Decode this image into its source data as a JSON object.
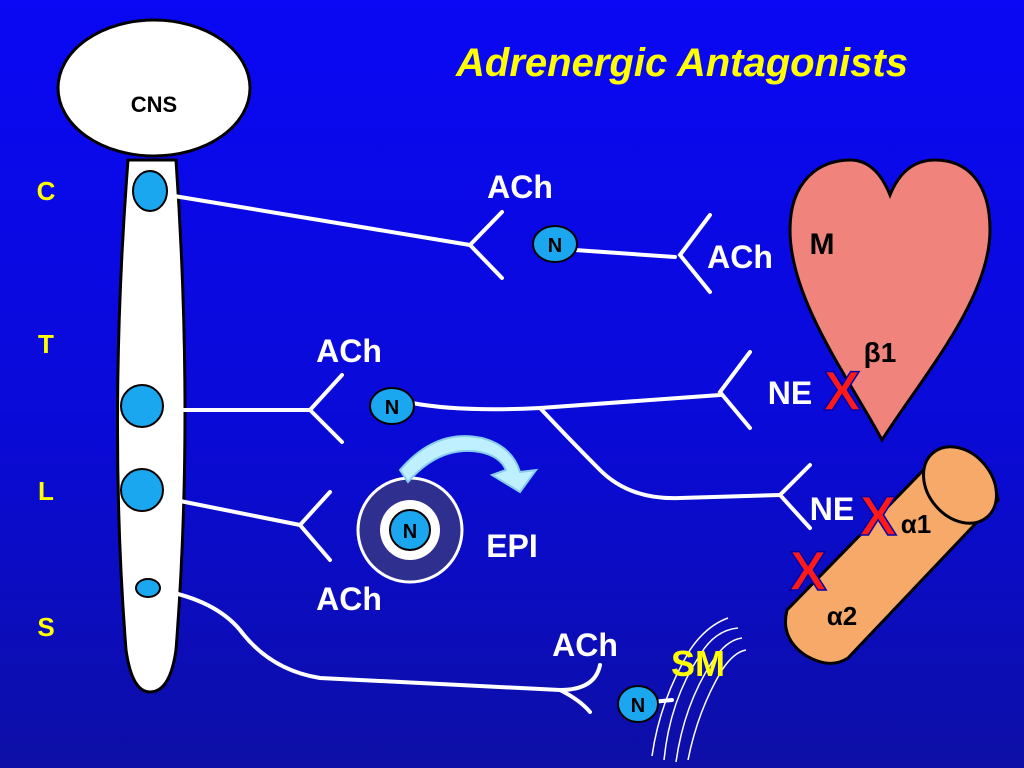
{
  "title": "Adrenergic Antagonists",
  "cns_label": "CNS",
  "spinal_levels": [
    "C",
    "T",
    "L",
    "S"
  ],
  "neurotransmitters": {
    "ach_1": "ACh",
    "ach_2": "ACh",
    "ach_3": "ACh",
    "ach_4": "ACh",
    "ach_5": "ACh",
    "ne_1": "NE",
    "ne_2": "NE",
    "epi": "EPI"
  },
  "ganglion_label": "N",
  "receptors": {
    "muscarinic": "M",
    "beta1": "β1",
    "alpha1": "α1",
    "alpha2": "α2"
  },
  "smooth_muscle": "SM",
  "block_mark": "X",
  "colors": {
    "background": "#0a0ad8",
    "title": "#ffff00",
    "level_letters": "#ffff00",
    "block_mark": "#ff1a1a",
    "heart": "#f0847c",
    "vessel": "#f7a96a",
    "ganglion": "#1aa7f0",
    "adrenal": "#2f2f8f",
    "arrow": "#bff0ff"
  }
}
